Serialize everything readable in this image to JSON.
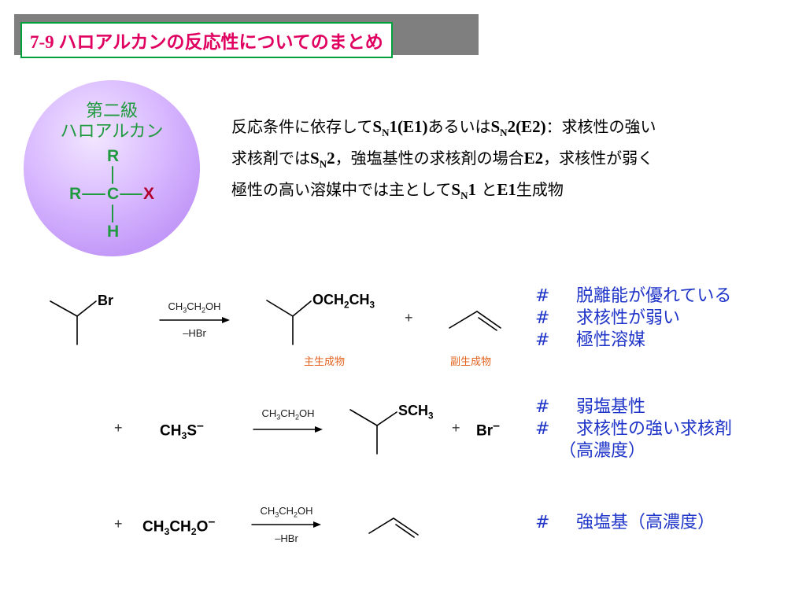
{
  "title": "7-9 ハロアルカンの反応性についてのまとめ",
  "badge": {
    "line1": "第二級",
    "line2": "ハロアルカン",
    "r_top": "R",
    "r_left": "R",
    "c": "C",
    "x": "X",
    "h": "H"
  },
  "description": {
    "line1_a": "反応条件に依存して",
    "sn1": "S",
    "sn1_sub": "N",
    "sn1_b": "1(E1)",
    "line1_c": "あるいは",
    "sn2": "S",
    "sn2_sub": "N",
    "sn2_b": "2(E2)",
    "line1_d": "：求核性の強い",
    "line2_a": "求核剤では",
    "sn2b": "S",
    "sn2b_sub": "N",
    "sn2b_b": "2",
    "line2_b": "，強塩基性の求核剤の場合",
    "e2": "E2",
    "line2_c": "，求核性が弱く",
    "line3_a": "極性の高い溶媒中では主として",
    "sn1b": "S",
    "sn1b_sub": "N",
    "sn1b_b": "1",
    "line3_b": " と",
    "e1": "E1",
    "line3_c": "生成物"
  },
  "reaction1": {
    "reactant_label": "Br",
    "reagent_top": [
      "CH",
      "3",
      "CH",
      "2",
      "OH"
    ],
    "reagent_bottom": "–HBr",
    "product_label": [
      "OCH",
      "2",
      "CH",
      "3"
    ],
    "plus": "+",
    "main_product": "主生成物",
    "side_product": "副生成物",
    "notes": [
      "脱離能が優れている",
      "求核性が弱い",
      "極性溶媒"
    ]
  },
  "reaction2": {
    "plus1": "+",
    "reagent": [
      "CH",
      "3",
      "S",
      "–"
    ],
    "arrow_top": [
      "CH",
      "3",
      "CH",
      "2",
      "OH"
    ],
    "product_label": [
      "SCH",
      "3"
    ],
    "plus2": "+",
    "byproduct": [
      "Br",
      "–"
    ],
    "notes": [
      "弱塩基性",
      "求核性の強い求核剤"
    ],
    "note_extra": "（高濃度）"
  },
  "reaction3": {
    "plus": "+",
    "reagent": [
      "CH",
      "3",
      "CH",
      "2",
      "O",
      "–"
    ],
    "arrow_top": [
      "CH",
      "3",
      "CH",
      "2",
      "OH"
    ],
    "arrow_bottom": "–HBr",
    "notes": [
      "強塩基（高濃度）"
    ]
  },
  "hash": "#",
  "colors": {
    "title_text": "#e00060",
    "title_border": "#00a03c",
    "green": "#1f9a3f",
    "halogen": "#b2002e",
    "note_blue": "#1f34c8",
    "label_orange": "#e2621e"
  }
}
